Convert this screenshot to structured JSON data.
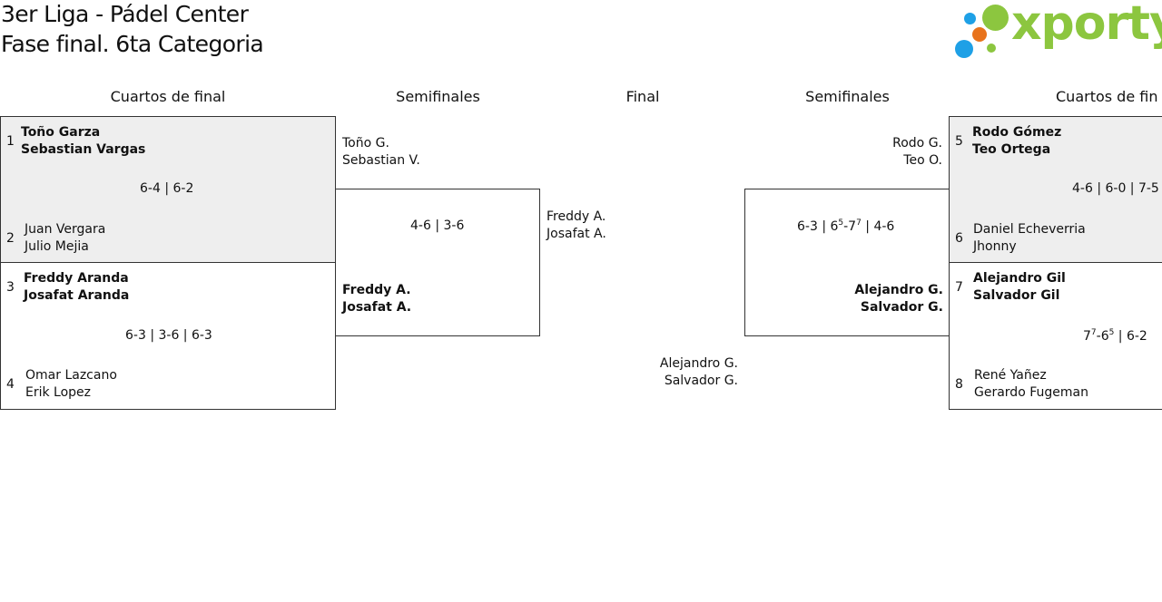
{
  "title": {
    "line1": "3er Liga - Pádel Center",
    "line2": "Fase final. 6ta Categoria"
  },
  "logo": {
    "text": "xporty",
    "colors": [
      "#1ea0e6",
      "#e8731c",
      "#8cc63f"
    ]
  },
  "headers": {
    "qf_left": "Cuartos de final",
    "sf_left": "Semifinales",
    "final": "Final",
    "sf_right": "Semifinales",
    "qf_right": "Cuartos de fin"
  },
  "quarterfinals": [
    {
      "top": {
        "seed": "1",
        "p1": "Toño Garza",
        "p2": "Sebastian Vargas"
      },
      "score": "6-4 | 6-2",
      "bottom": {
        "seed": "2",
        "p1": "Juan Vergara",
        "p2": "Julio Mejia"
      }
    },
    {
      "top": {
        "seed": "3",
        "p1": "Freddy Aranda",
        "p2": "Josafat Aranda"
      },
      "score": "6-3 | 3-6 | 6-3",
      "bottom": {
        "seed": "4",
        "p1": "Omar Lazcano",
        "p2": "Erik Lopez"
      }
    },
    {
      "top": {
        "seed": "5",
        "p1": "Rodo Gómez",
        "p2": "Teo Ortega"
      },
      "score": "4-6 | 6-0 | 7-5",
      "bottom": {
        "seed": "6",
        "p1": "Daniel Echeverria",
        "p2": "Jhonny"
      }
    },
    {
      "top": {
        "seed": "7",
        "p1": "Alejandro Gil",
        "p2": "Salvador Gil"
      },
      "score": {
        "a": "7",
        "a_sup": "7",
        "b": "-6",
        "b_sup": "5",
        "c": " | 6-2"
      },
      "bottom": {
        "seed": "8",
        "p1": "René Yañez",
        "p2": "Gerardo Fugeman"
      }
    }
  ],
  "semifinals": [
    {
      "top": {
        "p1": "Toño G.",
        "p2": "Sebastian V."
      },
      "score": "4-6 | 3-6",
      "bottom": {
        "p1": "Freddy A.",
        "p2": "Josafat A."
      }
    },
    {
      "top": {
        "p1": "Rodo G.",
        "p2": "Teo O."
      },
      "score": {
        "a": "6-3 | 6",
        "a_sup": "5",
        "b": "-7",
        "b_sup": "7",
        "c": " | 4-6"
      },
      "bottom": {
        "p1": "Alejandro G.",
        "p2": "Salvador G."
      }
    }
  ],
  "final": {
    "left": {
      "p1": "Freddy A.",
      "p2": "Josafat A."
    },
    "right": {
      "p1": "Alejandro G.",
      "p2": "Salvador G."
    }
  }
}
